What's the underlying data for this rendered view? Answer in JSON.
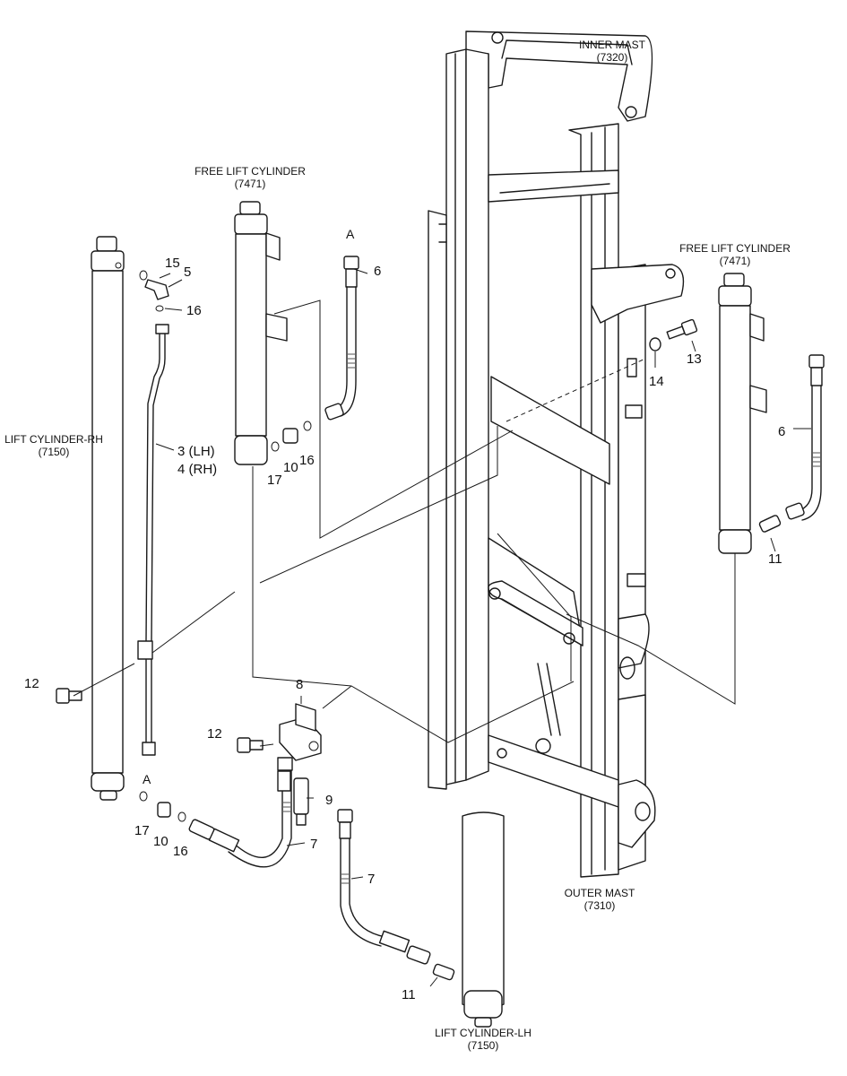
{
  "labels": {
    "inner_mast_name": "INNER MAST",
    "inner_mast_code": "(7320)",
    "outer_mast_name": "OUTER MAST",
    "outer_mast_code": "(7310)",
    "free_lift_left_name": "FREE LIFT CYLINDER",
    "free_lift_left_code": "(7471)",
    "free_lift_right_name": "FREE LIFT CYLINDER",
    "free_lift_right_code": "(7471)",
    "lift_rh_name": "LIFT CYLINDER-RH",
    "lift_rh_code": "(7150)",
    "lift_lh_name": "LIFT CYLINDER-LH",
    "lift_lh_code": "(7150)"
  },
  "callouts": {
    "p3": "3 (LH)",
    "p4": "4 (RH)",
    "p5": "5",
    "p6a": "6",
    "p6b": "6",
    "p7a": "7",
    "p7b": "7",
    "p8": "8",
    "p9": "9",
    "p10a": "10",
    "p10b": "10",
    "p11a": "11",
    "p11b": "11",
    "p12a": "12",
    "p12b": "12",
    "p13": "13",
    "p14": "14",
    "p15": "15",
    "p16a": "16",
    "p16b": "16",
    "p16c": "16",
    "p17a": "17",
    "p17b": "17",
    "refA_top": "A",
    "refA_bottom": "A"
  },
  "icons": [
    "hose-icon",
    "fitting-icon",
    "o-ring-icon",
    "bolt-icon",
    "washer-icon",
    "cylinder-icon"
  ]
}
